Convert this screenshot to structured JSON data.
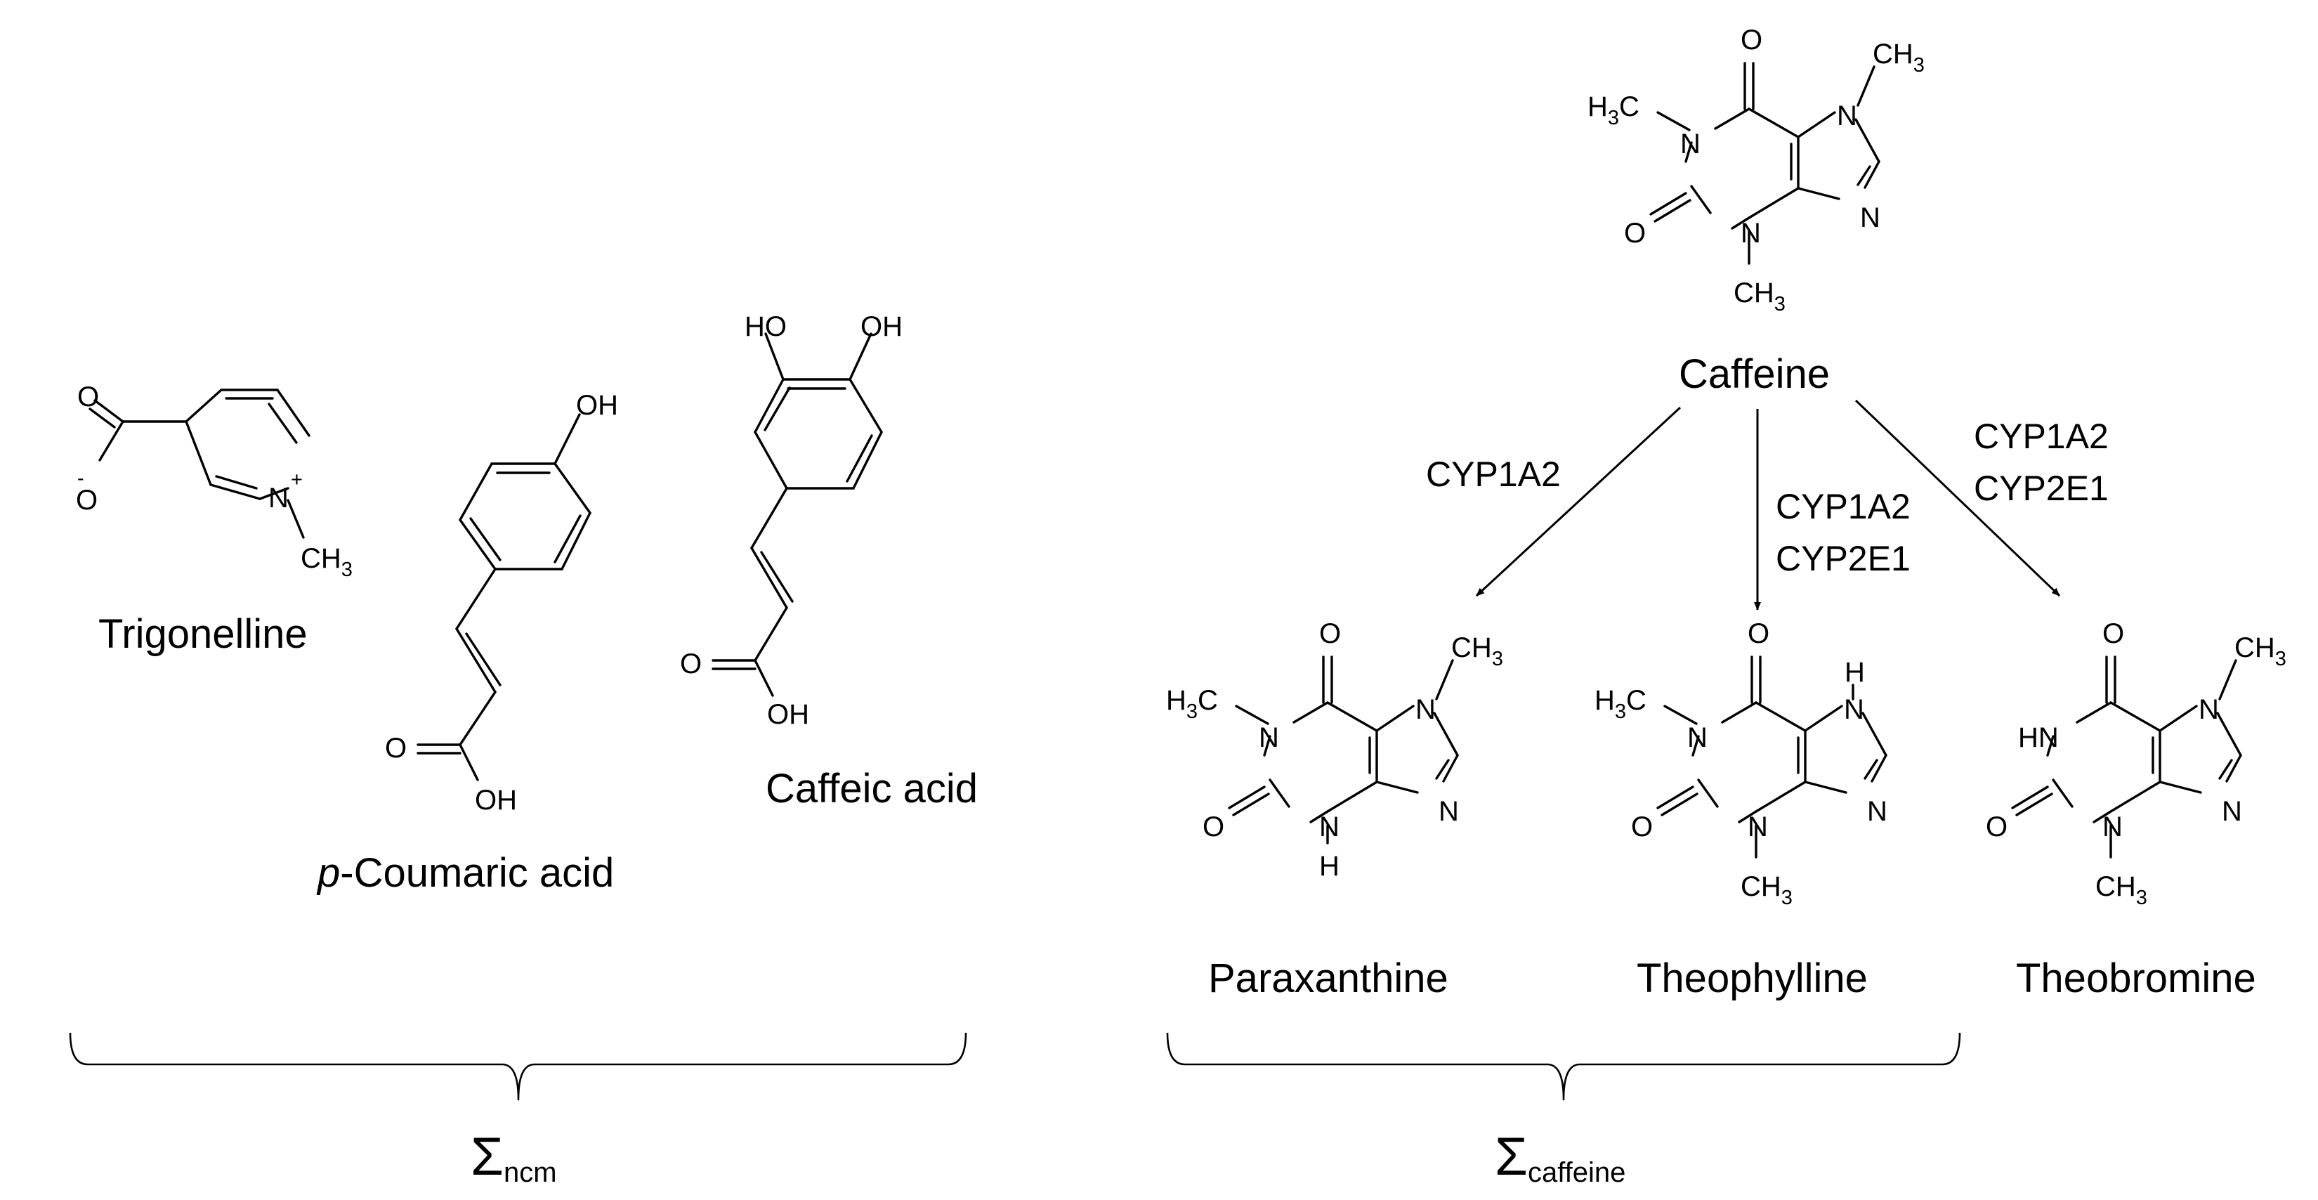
{
  "compounds": {
    "trigonelline": "Trigonelline",
    "coumaric_italic": "p",
    "coumaric_rest": "-Coumaric acid",
    "caffeic": "Caffeic acid",
    "caffeine": "Caffeine",
    "paraxanthine": "Paraxanthine",
    "theophylline": "Theophylline",
    "theobromine": "Theobromine"
  },
  "enzymes": {
    "to_paraxanthine": [
      "CYP1A2"
    ],
    "to_theophylline": [
      "CYP1A2",
      "CYP2E1"
    ],
    "to_theobromine": [
      "CYP1A2",
      "CYP2E1"
    ]
  },
  "groups": {
    "ncm": {
      "symbol": "Σ",
      "subscript": "ncm"
    },
    "caffeine": {
      "symbol": "Σ",
      "subscript": "caffeine"
    }
  },
  "atoms": {
    "O": "O",
    "OH": "OH",
    "HO": "HO",
    "N": "N",
    "H": "H",
    "HN": "HN",
    "C": "C",
    "H_": "H",
    "three": "3",
    "minus": "-",
    "plus": "+"
  }
}
